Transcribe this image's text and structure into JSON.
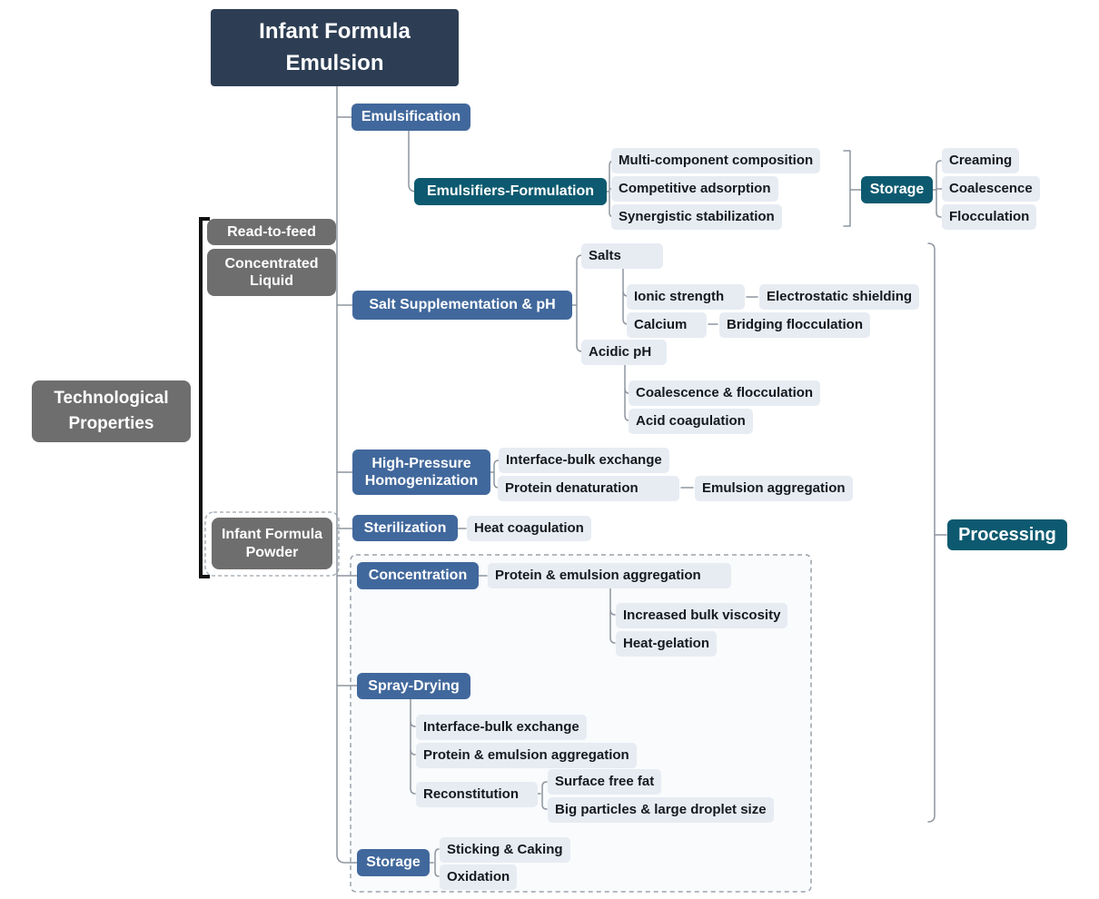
{
  "diagram_title": "Infant Formula Emulsion mind map",
  "colors": {
    "root_navy": "#2d3e54",
    "process_blue": "#41689c",
    "group_teal": "#0d5a70",
    "property_gray": "#6e6e6e",
    "leaf_light": "#e7ecf3",
    "wire_gray": "#8e969f"
  },
  "nodes": {
    "title": "Infant Formula\nEmulsion",
    "emulsification": "Emulsification",
    "emulsifiers_formulation": "Emulsifiers-Formulation",
    "multi_component": "Multi-component composition",
    "competitive_adsorption": "Competitive adsorption",
    "synergistic_stabilization": "Synergistic stabilization",
    "storage_top": "Storage",
    "creaming": "Creaming",
    "coalescence": "Coalescence",
    "flocculation": "Flocculation",
    "read_to_feed": "Read-to-feed",
    "concentrated_liquid": "Concentrated\nLiquid",
    "technological_properties": "Technological\nProperties",
    "infant_formula_powder": "Infant Formula\nPowder",
    "salt_supplementation": "Salt Supplementation & pH",
    "salts": "Salts",
    "ionic_strength": "Ionic strength",
    "electrostatic_shielding": "Electrostatic shielding",
    "calcium": "Calcium",
    "bridging_flocculation": "Bridging flocculation",
    "acidic_ph": "Acidic pH",
    "coalescence_flocculation": "Coalescence & flocculation",
    "acid_coagulation": "Acid coagulation",
    "high_pressure_homogenization": "High-Pressure\nHomogenization",
    "interface_bulk_exchange_1": "Interface-bulk exchange",
    "protein_denaturation": "Protein denaturation",
    "emulsion_aggregation": "Emulsion aggregation",
    "sterilization": "Sterilization",
    "heat_coagulation": "Heat coagulation",
    "concentration": "Concentration",
    "protein_emulsion_aggregation_1": "Protein & emulsion aggregation",
    "increased_bulk_viscosity": "Increased bulk viscosity",
    "heat_gelation": "Heat-gelation",
    "spray_drying": "Spray-Drying",
    "interface_bulk_exchange_2": "Interface-bulk exchange",
    "protein_emulsion_aggregation_2": "Protein & emulsion aggregation",
    "reconstitution": "Reconstitution",
    "surface_free_fat": "Surface free fat",
    "big_particles": "Big particles & large droplet size",
    "storage_bottom": "Storage",
    "sticking_caking": "Sticking & Caking",
    "oxidation": "Oxidation",
    "processing": "Processing"
  }
}
